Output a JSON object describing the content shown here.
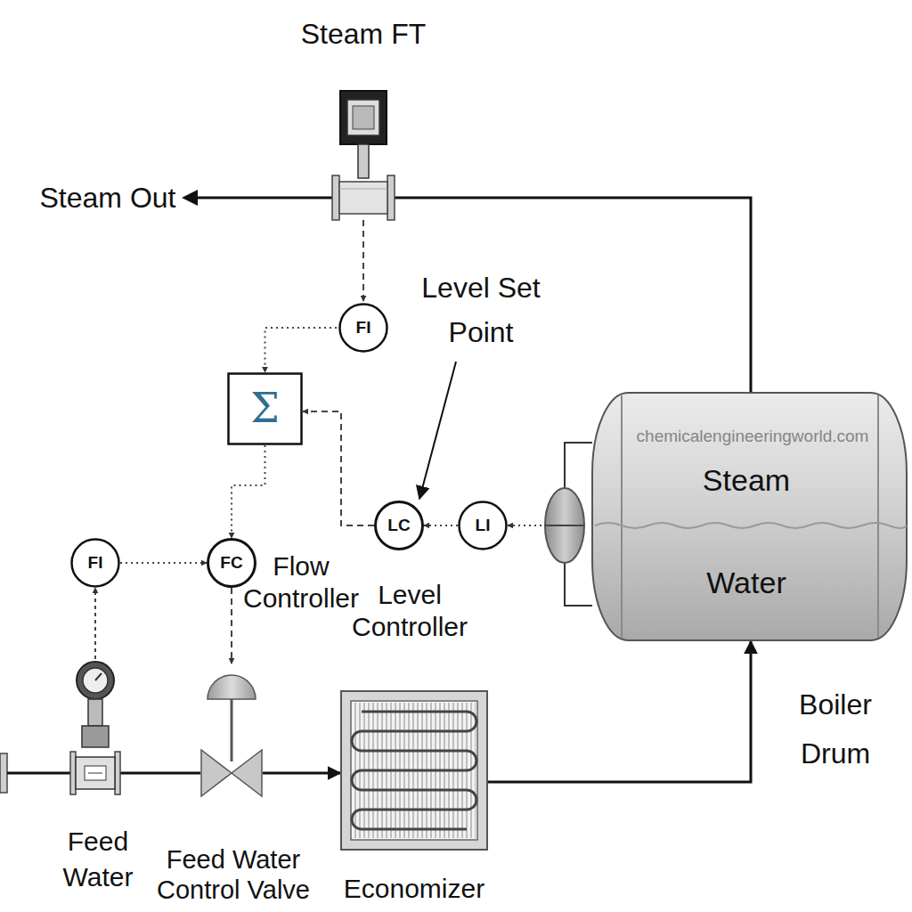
{
  "diagram": {
    "nodes": [
      {
        "text": [
          "Steam FT"
        ]
      },
      {
        "text": [
          "FI"
        ]
      },
      {
        "text": [
          "Σ"
        ]
      },
      {
        "text": [
          "FI"
        ]
      },
      {
        "text": [
          "FC",
          "Flow Controller"
        ]
      },
      {
        "text": [
          "LC",
          "Level Controller"
        ]
      },
      {
        "text": [
          "LI"
        ]
      },
      {
        "text": [
          "Steam",
          "Water",
          "Boiler Drum"
        ]
      },
      {
        "text": [
          "Feed Water"
        ]
      },
      {
        "text": [
          "Feed Water Control Valve"
        ]
      },
      {
        "text": [
          "Economizer"
        ]
      }
    ],
    "edges": [
      {
        "from": 0,
        "to": 1,
        "arrow": "to"
      },
      {
        "from": 1,
        "to": 2,
        "arrow": "to"
      },
      {
        "from": 5,
        "to": 2,
        "arrow": "to"
      },
      {
        "from": 2,
        "to": 4,
        "arrow": "to"
      },
      {
        "from": 8,
        "to": 3,
        "arrow": "to"
      },
      {
        "from": 3,
        "to": 4,
        "arrow": "to"
      },
      {
        "from": 7,
        "to": 6,
        "arrow": "to"
      },
      {
        "from": 6,
        "to": 5,
        "arrow": "to"
      },
      {
        "from": 4,
        "to": 9,
        "arrow": "to"
      },
      {
        "from": 9,
        "to": 10,
        "arrow": "to"
      },
      {
        "from": 10,
        "to": 7,
        "arrow": "to"
      },
      {
        "from": 7,
        "to": 0,
        "arrow": "none"
      }
    ],
    "labels": [
      "Steam Out",
      "Level Set Point",
      "chemicalengineeringworld.com"
    ]
  }
}
